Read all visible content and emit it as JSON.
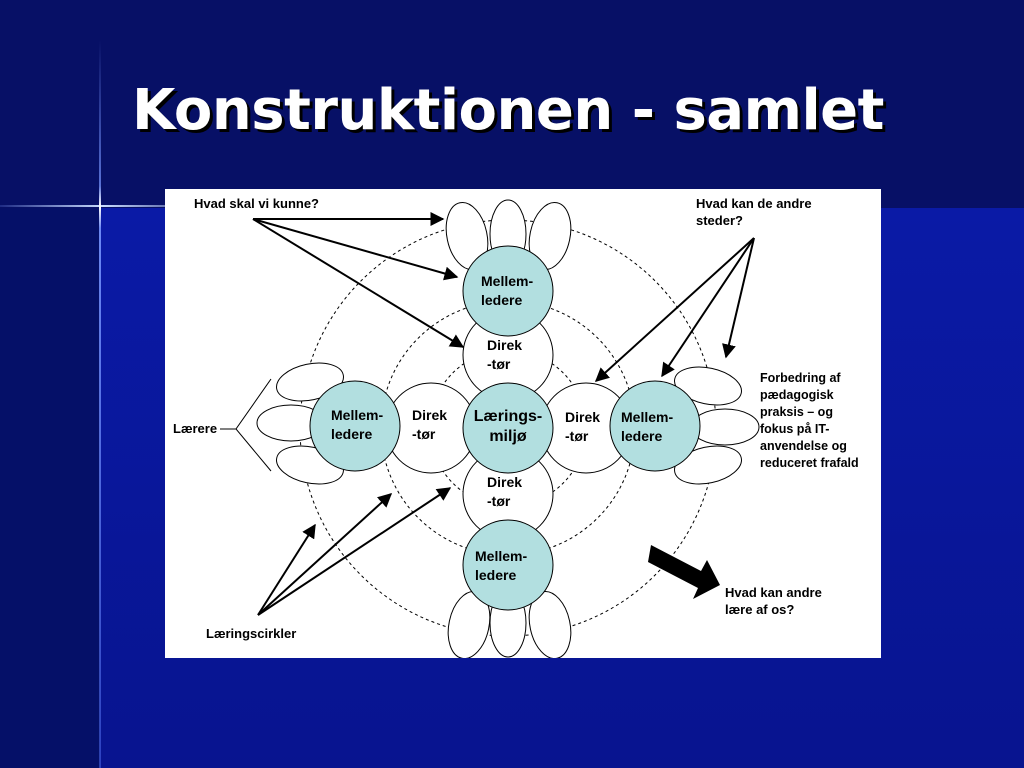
{
  "slide": {
    "title": "Konstruktionen - samlet"
  },
  "diagram": {
    "center": "Lærings-\nmiljø",
    "direktoer": {
      "top": "Direk\n-tør",
      "left": "Direk\n-tør",
      "right": "Direk\n-tør",
      "bottom": "Direk\n-tør"
    },
    "mellemledere": {
      "top": "Mellem-\nledere",
      "left": "Mellem-\nledere",
      "right": "Mellem-\nledere",
      "bottom": "Mellem-\nledere"
    },
    "annotations": {
      "top_left": "Hvad skal vi kunne?",
      "top_right": "Hvad kan de andre\nsteder?",
      "left": "Lærere",
      "right": "Forbedring af\npædagogisk\npraksis – og\nfokus på IT-\nanvendelse og\nreduceret frafald",
      "bottom_left": "Læringscirkler",
      "bottom_right": "Hvad kan andre\nlære af os?"
    },
    "colors": {
      "mellemleder_fill": "#b2dfe0",
      "circle_stroke": "#000000",
      "panel": "#ffffff"
    }
  }
}
